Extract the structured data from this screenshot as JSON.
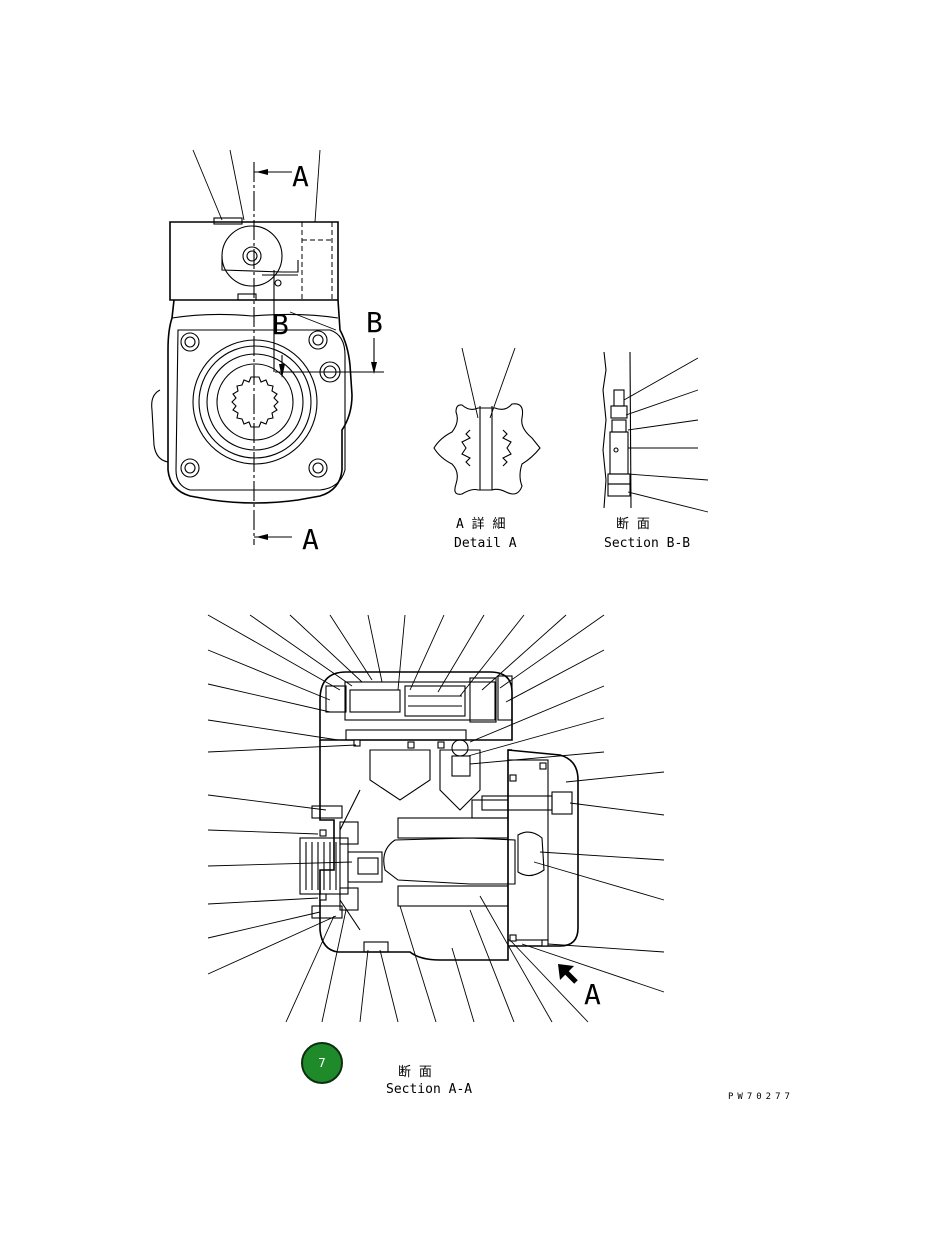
{
  "top_view": {
    "section_letter_top": "A",
    "section_letter_bottom": "A",
    "section_letter_b_left": "B",
    "section_letter_b_right": "B"
  },
  "detail_a": {
    "title_jp": "A 詳 細",
    "title_en": "Detail A"
  },
  "section_bb": {
    "title_jp": "断 面",
    "title_en": "Section B-B"
  },
  "section_aa": {
    "view_arrow_letter": "A",
    "title_jp": "断 面",
    "title_en": "Section A-A"
  },
  "badge": {
    "number": "7",
    "color": "#1f8a2a"
  },
  "drawing_code": "PW70277"
}
